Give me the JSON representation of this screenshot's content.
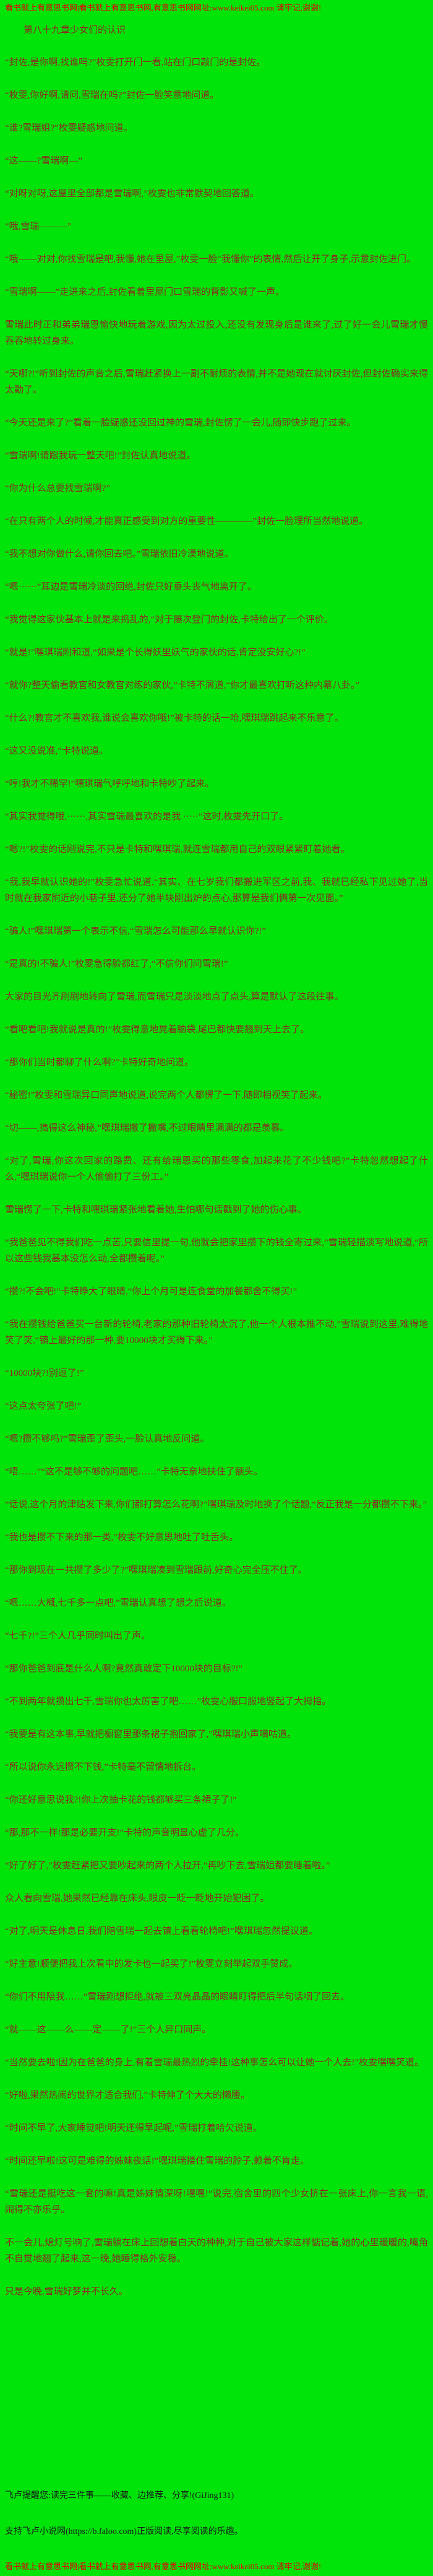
{
  "watermark": {
    "top": "看书就上有意思书网|看书就上有意思书网,有意思书网网址:www.keikei05.com 请牢记,谢谢!",
    "bottom": "看书就上有意思书网|看书就上有意思书网,有意思书网网址:www.keikei05.com 请牢记,谢谢!"
  },
  "chapter": {
    "title": "第八十九章少女们的认识"
  },
  "paragraphs": [
    "“封佐,是你啊,找谁吗?”枚雯打开门一看,站在门口敲门的是封佐。",
    "“枚雯,你好啊,请问,雪瑞在吗?”封佐一脸笑意地问道。",
    "“谁?雪瑞姐?”枚雯疑惑地问道。",
    "“这——?雪瑞啊—”",
    "“对呀对呀,这屋里全部都是雪瑞啊,”枚雯也非常默契地回答道。",
    "“哦,雪瑞———”",
    "“哦——对对,你找雪瑞是吧,我懂,她在里屋,”枚雯一脸“我懂你”的表情,然后让开了身子,示意封佐进门。",
    "“雪瑞啊——”走进来之后,封佐看着里屋门口雪瑞的背影又喊了一声。",
    "雪瑞此时正和弟弟瑞恩愉快地玩着游戏,因为太过投入,还没有发现身后是谁来了,过了好一会儿雪瑞才慢吞吞地转过身来。",
    "“天哪?!”听到封佐的声音之后,雪瑞赶紧换上一副不耐烦的表情,并不是她现在就讨厌封佐,但封佐确实来得太勤了。",
    "“今天还是来了?”看着一脸疑惑还没回过神的雪瑞,封佐愣了一会儿,随即快步跑了过来。",
    "“雪瑞啊!请跟我玩一整天吧!”封佐认真地说道。",
    "“你为什么总要找雪瑞啊?”",
    "“在只有两个人的时候,才能真正感受到对方的重要性————”封佐一脸理所当然地说道。",
    "“我不想对你做什么,请你回去吧。”雪瑞依旧冷漠地说道。",
    "“嗯······”耳边是雪瑞冷淡的回绝,封佐只好垂头丧气地离开了。",
    "“我觉得这家伙基本上就是来捣乱的,”对于屡次登门的封佐,卡特给出了一个评价。",
    "“就是!”嘿琪瑞附和道,“如果是个长得妖里妖气的家伙的话,肯定没安好心?!”",
    "“就你?整天偷看教官和女教官对练的家伙,”卡特不屑道,“你才最喜欢打听这种内幕八卦。”",
    "“什么?!教官才不喜欢我,谁说会喜欢你哦!”被卡特的话一呛,嘿琪瑞跳起来不乐意了。",
    "“这又没说准,”卡特说道。",
    "“哼!我才不稀罕!”嘿琪瑞气呼呼地和卡特吵了起来。",
    "“其实我觉得哦,······,其实雪瑞最喜欢的是我 ·····”这时,枚雯先开口了。",
    "“嗯?!”枚雯的话刚说完,不只是卡特和嘿琪瑞,就连雪瑞都用自己的双眼紧紧盯着她看。",
    "“我,我早就认识她的!”枚雯急忙说道,“其实、在七岁我们都搬进军区之前,我、我就已经私下见过她了,当时就在我家附近的小巷子里,还分了她半块刚出炉的点心,那算是我们俩第一次见面。”",
    "“骗人!”嘿琪瑞第一个表示不信,“雪瑞怎么可能那么早就认识你?!”",
    "“是真的!不骗人!”枚雯急得脸都红了,“不信你们问雪瑞!”",
    "大家的目光齐刷刷地转向了雪瑞,而雪瑞只是淡淡地点了点头,算是默认了这段往事。",
    "“看吧看吧!我就说是真的!”枚雯得意地晃着脑袋,尾巴都快要翘到天上去了。",
    "“那你们当时都聊了什么啊?”卡特好奇地问道。",
    "“秘密!”枚雯和雪瑞异口同声地说道,说完两个人都愣了一下,随即相视笑了起来。",
    "“切——,搞得这么神秘,”嘿琪瑞撇了撇嘴,不过眼睛里满满的都是羡慕。",
    "“对了,雪瑞,你这次回家的路费、还有给瑞恩买的那些零食,加起来花了不少钱吧?”卡特忽然想起了什么,“嘿琪瑞说你一个人偷偷打了三份工。”",
    "雪瑞愣了一下,卡特和嘿琪瑞紧张地看着她,生怕哪句话戳到了她的伤心事。",
    "“我爸爸见不得我们吃一点苦,只要信里提一句,他就会把家里攒下的钱全寄过来,”雪瑞轻描淡写地说道,“所以这些钱我基本没怎么动,全都攒着呢。”",
    "“攒?!不会吧!”卡特睁大了眼睛,“你上个月可是连食堂的加餐都舍不得买!”",
    "“我在攒钱给爸爸买一台新的轮椅,老家的那种旧轮椅太沉了,他一个人根本推不动,”雪瑞说到这里,难得地笑了笑,“镇上最好的那一种,要10000块才买得下来。”",
    "“10000块?!别逗了!”",
    "“这点太夸张了吧!”",
    "“嗯?攒不够吗?”雪瑞歪了歪头,一脸认真地反问道。",
    "“唔……”“这不是够不够的问题吧……”卡特无奈地扶住了额头。",
    "“话说,这个月的津贴发下来,你们都打算怎么花啊?”嘿琪瑞及时地换了个话题,“反正我是一分都攒不下来。”",
    "“我也是攒不下来的那一类,”枚雯不好意思地吐了吐舌头。",
    "“那你到现在一共攒了多少了?”嘿琪瑞凑到雪瑞跟前,好奇心完全压不住了。",
    "“嗯……大概,七千多一点吧,”雪瑞认真想了想之后说道。",
    "“七千?!”三个人几乎同时叫出了声。",
    "“那你爸爸到底是什么人啊?竟然真敢定下10000块的目标?!”",
    "“不到两年就攒出七千,雪瑞你也太厉害了吧……”枚雯心服口服地竖起了大拇指。",
    "“我要是有这本事,早就把橱窗里那条裙子抱回家了,”嘿琪瑞小声嘀咕道。",
    "“所以说你永远攒不下钱,”卡特毫不留情地拆台。",
    "“你还好意思说我?!你上次抽卡花的钱都够买三条裙子了!”",
    "“那,那不一样!那是必要开支!”卡特的声音明显心虚了几分。",
    "“好了好了,”枚雯赶紧把又要吵起来的两个人拉开,“再吵下去,雪瑞姐都要睡着啦。”",
    "众人看向雪瑞,她果然已经靠在床头,眼皮一眨一眨地开始犯困了。",
    "“对了,明天是休息日,我们陪雪瑞一起去镇上看看轮椅吧!”嘿琪瑞忽然提议道。",
    "“好主意!顺便把我上次看中的发卡也一起买了!”枚雯立刻举起双手赞成。",
    "“你们不用陪我……”雪瑞刚想拒绝,就被三双亮晶晶的眼睛盯得把后半句话咽了回去。",
    "“就——这——么——定——了!”三个人异口同声。",
    "“当然要去啦!因为在爸爸的身上,有着雪瑞最热烈的牵挂!这种事怎么可以让她一个人去!”枚雯嘿嘿笑道。",
    "“好啦,果然热闹的世界才适合我们,”卡特伸了个大大的懒腰。",
    "“时间不早了,大家睡觉吧!明天还得早起呢,”雪瑞打着哈欠说道。",
    "“时间还早啦!这可是难得的姊妹夜话!”嘿琪瑞搂住雪瑞的脖子,赖着不肯走。",
    "“雪瑞还是挺吃这一套的嘛!真是姊妹情深呀!嘿嘿!”说完,宿舍里的四个少女挤在一张床上,你一言我一语,闹得不亦乐乎。",
    "不一会儿,熄灯号响了,雪瑞躺在床上回想着白天的种种,对于自己被大家这样惦记着,她的心里暖暖的,嘴角不自觉地翘了起来,这一晚,她睡得格外安稳。",
    "只是今晚,雪瑞好梦并不长久。"
  ],
  "footer": {
    "line1": "飞卢提醒您:读完三件事——收藏、边推荐、分享!(GiJing131)",
    "line2": "支持飞卢小说网(https://b.faloo.com)正版阅读,尽享阅读的乐趣。"
  }
}
